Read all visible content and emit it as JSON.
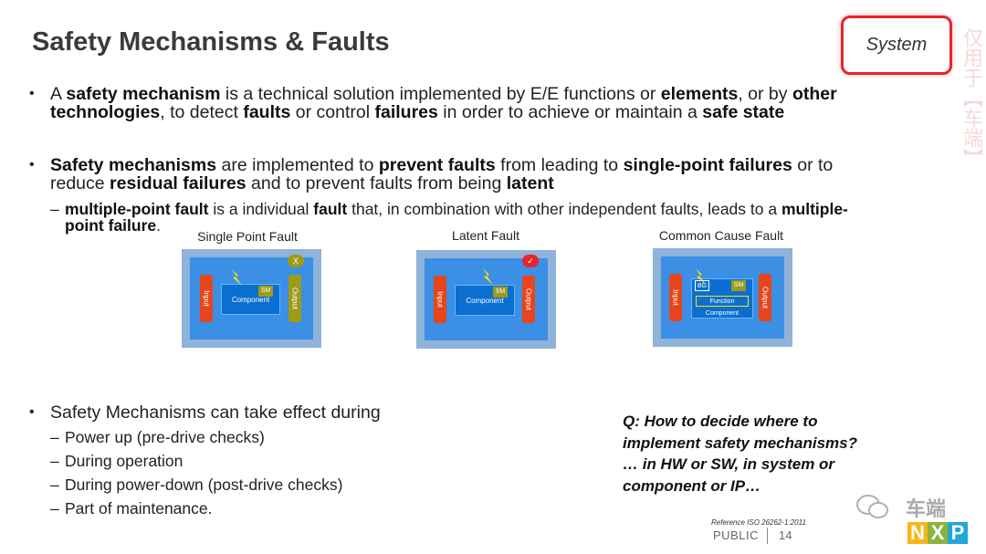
{
  "header": {
    "title": "Safety Mechanisms & Faults",
    "tag": "System"
  },
  "bullet1": {
    "line1": [
      "A ",
      "safety mechanism",
      " is a technical solution implemented by E/E functions or ",
      "elements",
      ", or by ",
      "other"
    ],
    "line2": [
      "technologies",
      ", to detect ",
      "faults",
      " or control ",
      "failures",
      " in order to achieve or maintain a ",
      "safe state"
    ]
  },
  "bullet2": {
    "line1": [
      "Safety mechanisms",
      " are implemented to ",
      "prevent faults",
      " from leading to ",
      "single-point failures",
      " or to"
    ],
    "line2": [
      "reduce ",
      "residual failures",
      " and to prevent faults from being ",
      "latent"
    ],
    "sub1": [
      "multiple-point fault",
      " is a individual ",
      "fault",
      " that, in combination with other independent faults, leads to a ",
      "multiple-"
    ],
    "sub2": [
      "point failure",
      "."
    ]
  },
  "diagrams": [
    {
      "title": "Single Point Fault",
      "badge": "X",
      "badge_color": "#9e9a1a",
      "component": "Component",
      "sm": "SM",
      "input": "Input",
      "output": "Output"
    },
    {
      "title": "Latent Fault",
      "badge": "✓",
      "badge_color": "#e3262d",
      "component": "Component",
      "sm": "SM",
      "input": "Input",
      "output": "Output"
    },
    {
      "title": "Common Cause Fault",
      "function": "Function",
      "component": "Component",
      "bg": "BG",
      "sm": "SM",
      "input": "Input",
      "output": "Output"
    }
  ],
  "bullet3": {
    "text": "Safety Mechanisms can take effect during",
    "items": [
      "Power up (pre-drive checks)",
      "During operation",
      "During power-down (post-drive checks)",
      "Part of maintenance."
    ]
  },
  "question": {
    "line1": "Q: How to decide where to",
    "line2": "implement safety mechanisms?",
    "line3": "… in HW or SW, in system or",
    "line4": "component or IP…"
  },
  "footer": {
    "reference": "Reference ISO 26262-1:2011",
    "classification": "PUBLIC",
    "page": "14"
  },
  "watermark": {
    "text": "车端",
    "logo": [
      "N",
      "X",
      "P"
    ]
  },
  "decoration": {
    "vertical_text": "仅用于【车端】"
  },
  "colors": {
    "accent_red": "#e3262d",
    "input_orange": "#e8451b",
    "sm_olive": "#9e9a1a",
    "diagram_blue": "#3b8fe4"
  }
}
